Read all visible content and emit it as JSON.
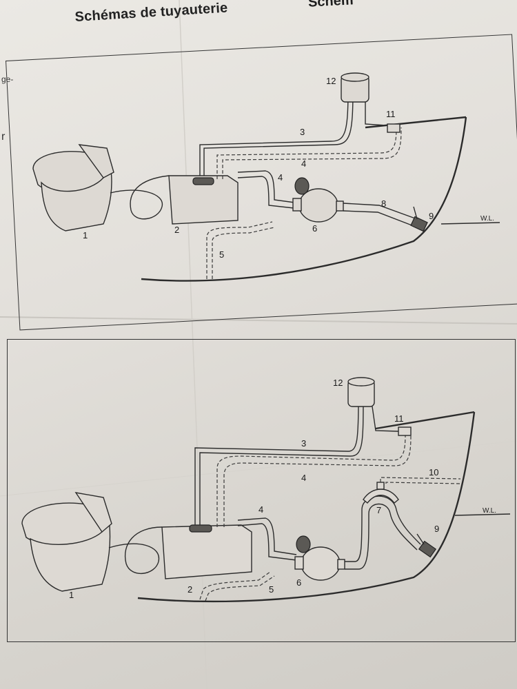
{
  "page": {
    "title": "Schémas de tuyauterie",
    "title_right_fragment": "Schém",
    "margin_fragment_top": "ge-",
    "margin_fragment_mid": "r"
  },
  "diagram_top": {
    "labels": [
      "1",
      "2",
      "3",
      "4",
      "4",
      "5",
      "6",
      "8",
      "9",
      "11",
      "12"
    ],
    "waterline": "W.L."
  },
  "diagram_bottom": {
    "labels": [
      "1",
      "2",
      "3",
      "4",
      "4",
      "5",
      "6",
      "7",
      "9",
      "10",
      "11",
      "12"
    ],
    "waterline": "W.L."
  }
}
